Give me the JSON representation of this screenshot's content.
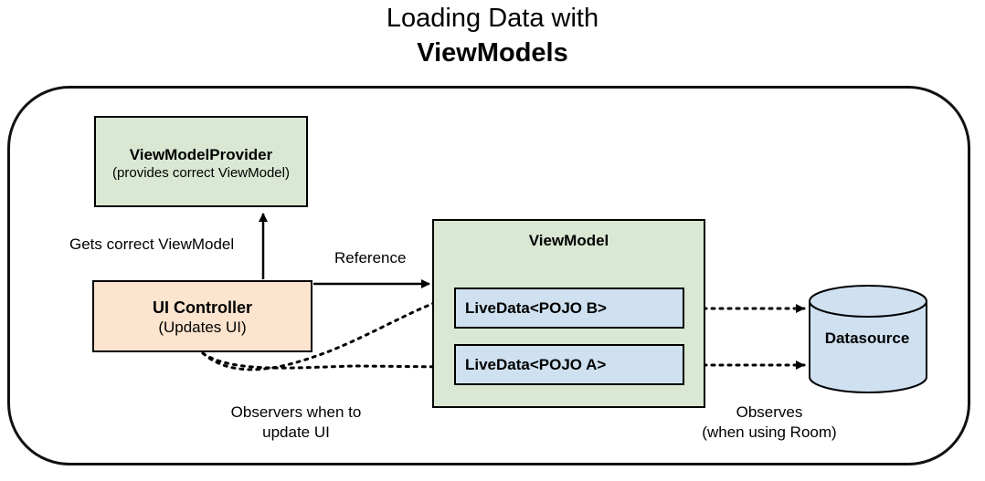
{
  "title": {
    "line1": "Loading Data with",
    "line2": "ViewModels"
  },
  "provider": {
    "title": "ViewModelProvider",
    "subtitle": "(provides correct ViewModel)"
  },
  "controller": {
    "title": "UI Controller",
    "subtitle": "(Updates UI)"
  },
  "viewmodel": {
    "title": "ViewModel",
    "livedata_b": "LiveData<POJO B>",
    "livedata_a": "LiveData<POJO A>"
  },
  "datasource": {
    "label": "Datasource"
  },
  "labels": {
    "gets": "Gets correct ViewModel",
    "reference": "Reference",
    "observers_line1": "Observers when to",
    "observers_line2": "update UI",
    "observes_line1": "Observes",
    "observes_line2": "(when using Room)"
  },
  "colors": {
    "provider_fill": "#d9e7d3",
    "controller_fill": "#fce4cf",
    "viewmodel_fill": "#d9e7d3",
    "livedata_fill": "#cfe1f1",
    "datasource_fill": "#cfe1f1"
  }
}
